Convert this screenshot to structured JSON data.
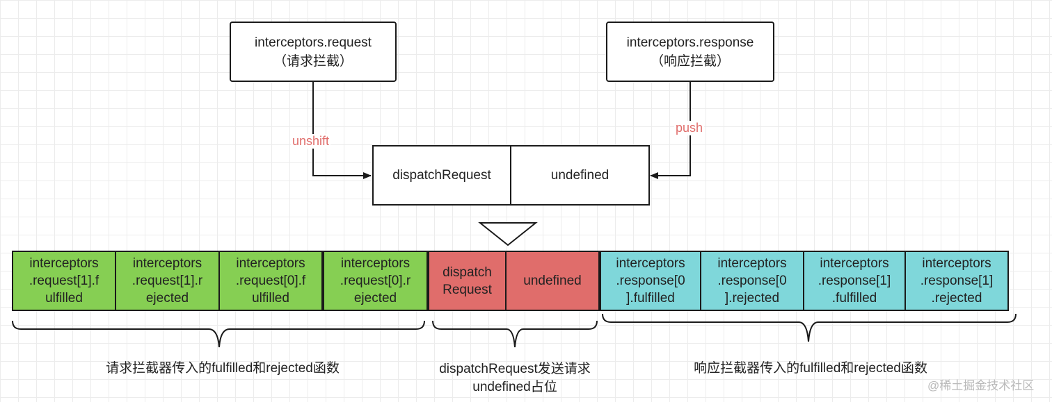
{
  "top_boxes": {
    "request": {
      "line1": "interceptors.request",
      "line2": "（请求拦截）"
    },
    "response": {
      "line1": "interceptors.response",
      "line2": "（响应拦截）"
    }
  },
  "operations": {
    "unshift": "unshift",
    "push": "push"
  },
  "chain_box": {
    "left": "dispatchRequest",
    "right": "undefined"
  },
  "array_cells": [
    {
      "text": "interceptors\n.request[1].f\nulfilled",
      "color": "#86cf53"
    },
    {
      "text": "interceptors\n.request[1].r\nejected",
      "color": "#86cf53"
    },
    {
      "text": "interceptors\n.request[0].f\nulfilled",
      "color": "#86cf53"
    },
    {
      "text": "interceptors\n.request[0].r\nejected",
      "color": "#86cf53"
    },
    {
      "text": "dispatch\nRequest",
      "color": "#e06d6b"
    },
    {
      "text": "undefined",
      "color": "#e06d6b"
    },
    {
      "text": "interceptors\n.response[0\n].fulfilled",
      "color": "#7fd7da"
    },
    {
      "text": "interceptors\n.response[0\n].rejected",
      "color": "#7fd7da"
    },
    {
      "text": "interceptors\n.response[1]\n.fulfilled",
      "color": "#7fd7da"
    },
    {
      "text": "interceptors\n.response[1]\n.rejected",
      "color": "#7fd7da"
    }
  ],
  "bottom_labels": {
    "request": "请求拦截器传入的fulfilled和rejected函数",
    "dispatch_line1": "dispatchRequest发送请求",
    "dispatch_line2": "undefined占位",
    "response": "响应拦截器传入的fulfilled和rejected函数"
  },
  "watermark": "@稀土掘金技术社区"
}
